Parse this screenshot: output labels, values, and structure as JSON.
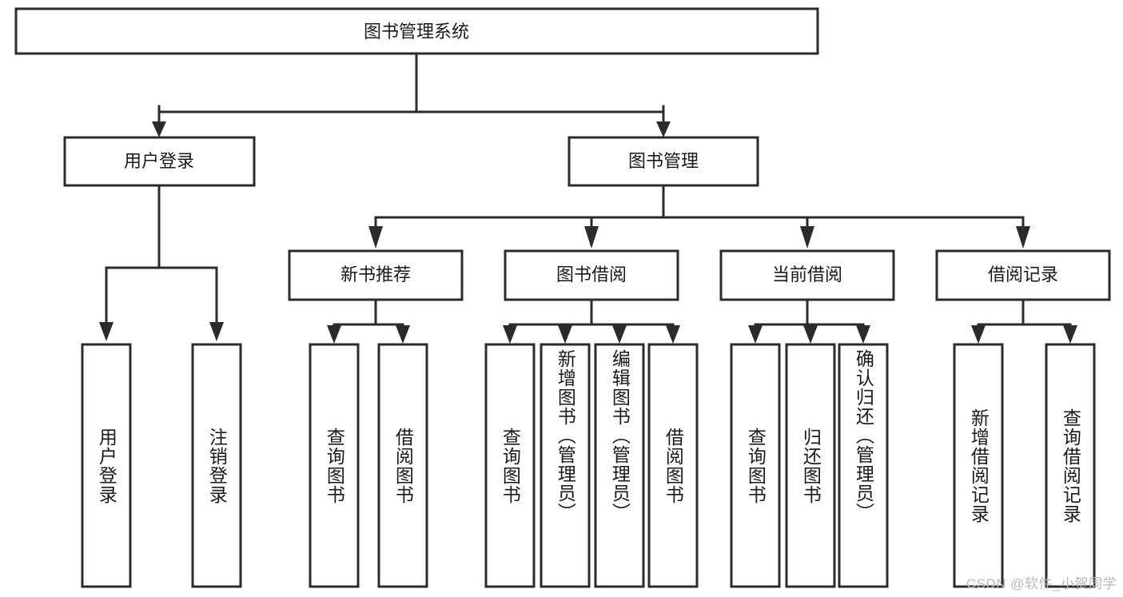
{
  "diagram": {
    "title": "图书管理系统",
    "type": "tree-hierarchy-chart",
    "watermark": "CSDN @软件_小贺同学",
    "colors": {
      "stroke": "#2b2b2b",
      "fill": "#ffffff",
      "text": "#1a1a1a",
      "watermark": "#b9b9b9",
      "background": "#ffffff"
    },
    "root": {
      "label": "图书管理系统"
    },
    "level2": [
      {
        "label": "用户登录"
      },
      {
        "label": "图书管理"
      }
    ],
    "level3": [
      {
        "label": "新书推荐"
      },
      {
        "label": "图书借阅"
      },
      {
        "label": "当前借阅"
      },
      {
        "label": "借阅记录"
      }
    ],
    "leaves": {
      "user_login": [
        {
          "label": "用户登录"
        },
        {
          "label": "注销登录"
        }
      ],
      "new_book_recommend": [
        {
          "label": "查询图书"
        },
        {
          "label": "借阅图书"
        }
      ],
      "book_borrow": [
        {
          "label": "查询图书"
        },
        {
          "label": "新增图书（管理员）"
        },
        {
          "label": "编辑图书（管理员）"
        },
        {
          "label": "借阅图书"
        }
      ],
      "current_borrow": [
        {
          "label": "查询图书"
        },
        {
          "label": "归还图书"
        },
        {
          "label": "确认归还（管理员）"
        }
      ],
      "borrow_record": [
        {
          "label": "新增借阅记录"
        },
        {
          "label": "查询借阅记录"
        }
      ]
    }
  }
}
